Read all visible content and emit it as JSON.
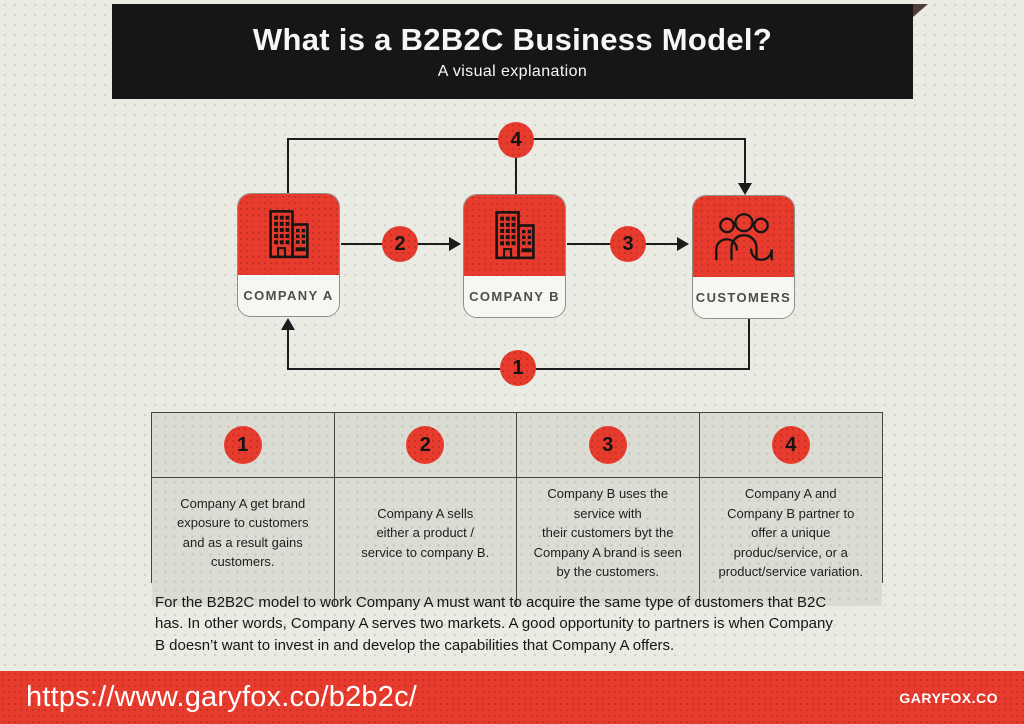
{
  "colors": {
    "red": "#e73b2e",
    "black": "#171614",
    "page_bg": "#eaebe3",
    "cell_bg": "#dbdcd3"
  },
  "header": {
    "title": "What is a B2B2C Business Model?",
    "subtitle": "A visual explanation"
  },
  "diagram": {
    "nodes": [
      {
        "label": "COMPANY A"
      },
      {
        "label": "COMPANY B"
      },
      {
        "label": "CUSTOMERS"
      }
    ],
    "badges": {
      "b1": "1",
      "b2": "2",
      "b3": "3",
      "b4": "4"
    }
  },
  "table": {
    "columns": [
      {
        "number": "1",
        "text": "Company A get brand\nexposure to customers\nand as a result gains\ncustomers."
      },
      {
        "number": "2",
        "text": "Company A sells\neither a product /\nservice to company B."
      },
      {
        "number": "3",
        "text": "Company B uses the\nservice with\ntheir customers byt the\nCompany A brand is seen\nby the customers."
      },
      {
        "number": "4",
        "text": "Company A and\nCompany B partner to\noffer a unique\nproduc/service, or a\nproduct/service variation."
      }
    ]
  },
  "note": "For the B2B2C model to work Company A must want to acquire the same type of customers that B2C\nhas. In other words, Company A serves two markets. A good opportunity to partners is when Company\nB doesn’t want to invest in and develop the capabilities that Company A offers.",
  "footer": {
    "url": "https://www.garyfox.co/b2b2c/",
    "brand": "GARYFOX.CO"
  }
}
